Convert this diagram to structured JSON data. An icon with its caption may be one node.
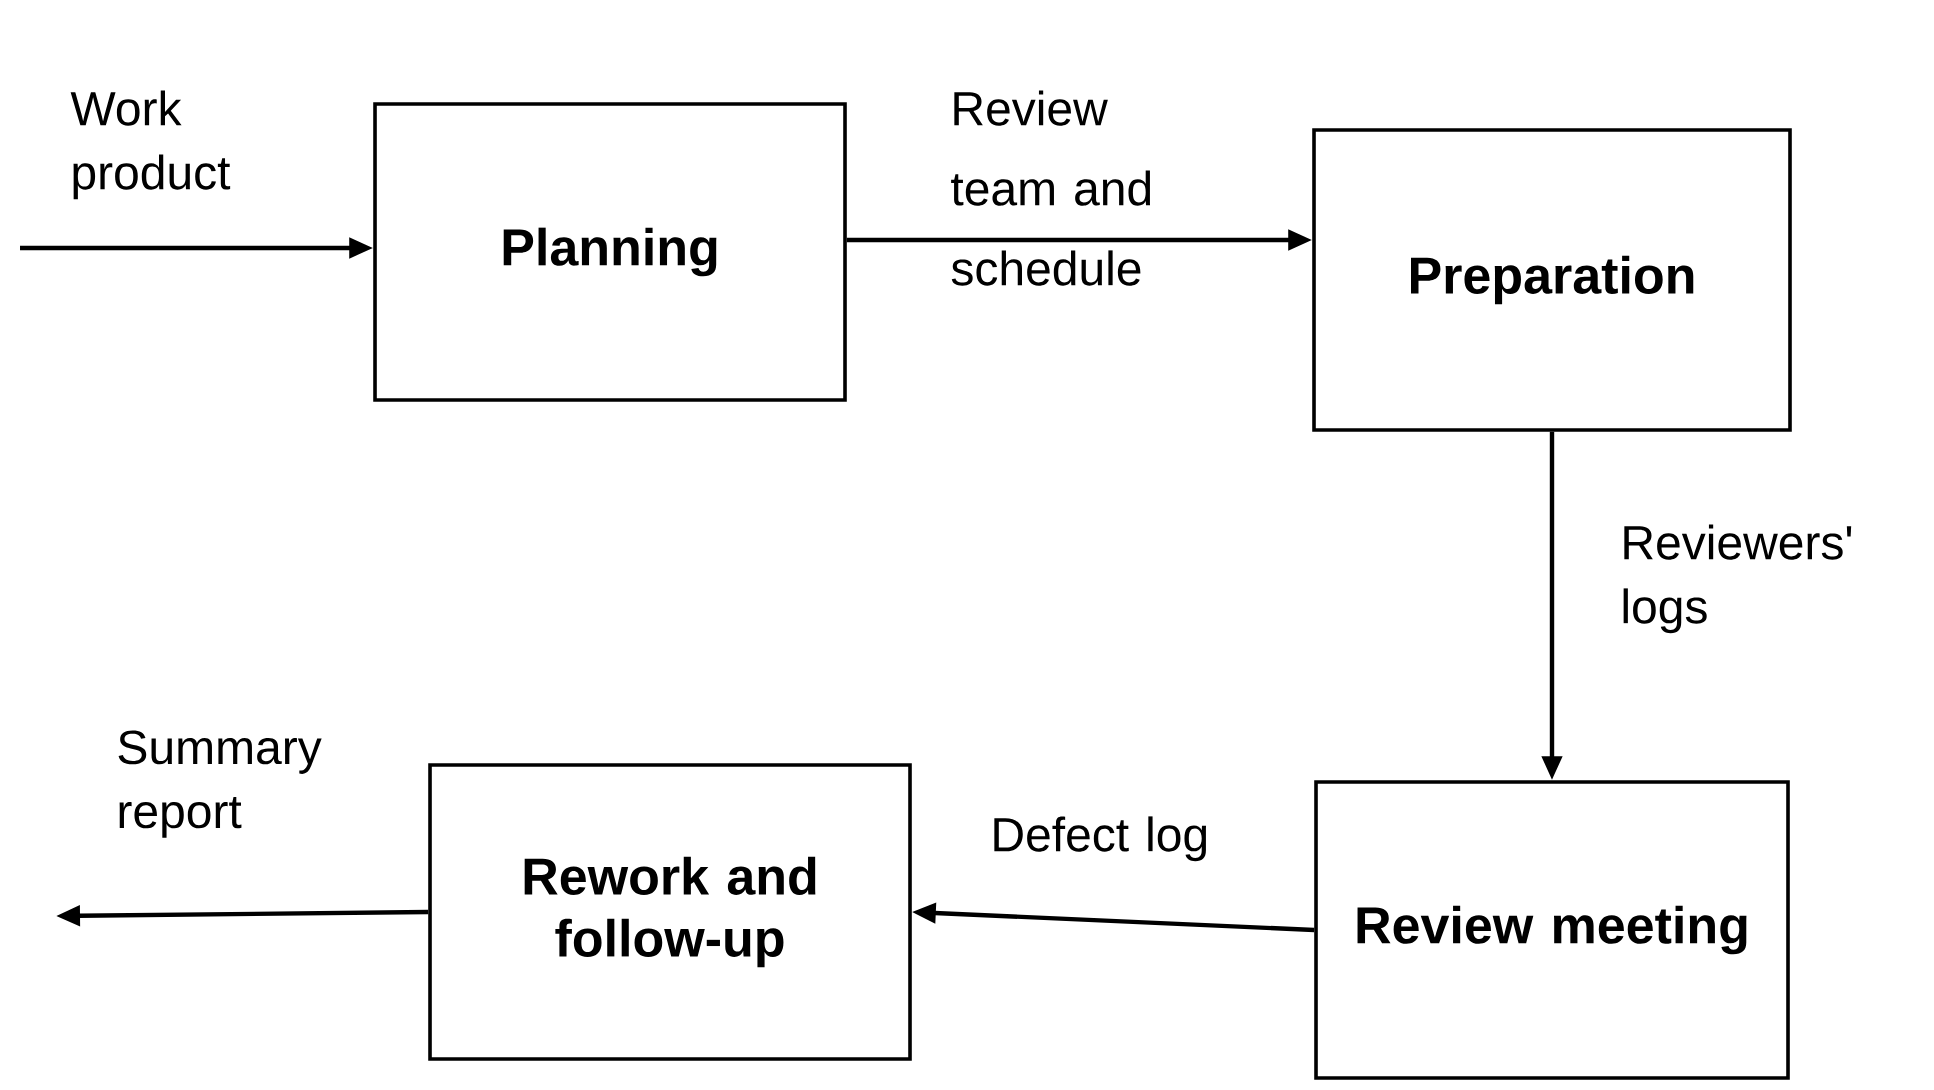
{
  "diagram": {
    "nodes": [
      {
        "text": [
          "Planning"
        ]
      },
      {
        "text": [
          "Preparation"
        ]
      },
      {
        "text": [
          "Review meeting"
        ]
      },
      {
        "text": [
          "Rework and follow-up"
        ]
      }
    ],
    "edges": [
      {
        "from": null,
        "to": 0,
        "arrow": "to",
        "label": "Work product"
      },
      {
        "from": 0,
        "to": 1,
        "arrow": "to",
        "label": "Review team and schedule"
      },
      {
        "from": 1,
        "to": 2,
        "arrow": "to",
        "label": "Reviewers' logs"
      },
      {
        "from": 2,
        "to": 3,
        "arrow": "to",
        "label": "Defect log"
      },
      {
        "from": 3,
        "to": null,
        "arrow": "to",
        "label": "Summary report"
      }
    ]
  }
}
